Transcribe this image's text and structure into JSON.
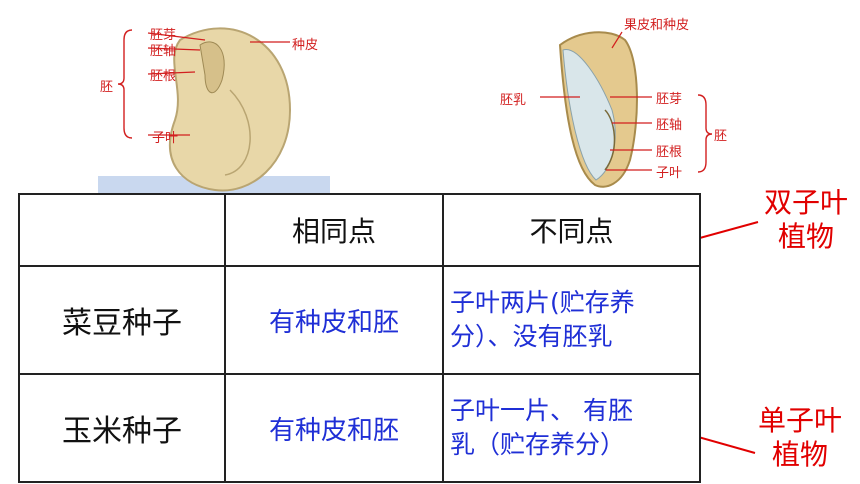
{
  "bean": {
    "labels": {
      "embryo": "胚",
      "plumule": "胚芽",
      "hypocotyl": "胚轴",
      "radicle": "胚根",
      "cotyledon": "子叶",
      "seed_coat": "种皮"
    }
  },
  "corn": {
    "labels": {
      "pericarp": "果皮和种皮",
      "endosperm": "胚乳",
      "plumule": "胚芽",
      "hypocotyl": "胚轴",
      "radicle": "胚根",
      "cotyledon": "子叶",
      "embryo": "胚"
    }
  },
  "table": {
    "headers": [
      "",
      "相同点",
      "不同点"
    ],
    "rows": [
      {
        "name": "菜豆种子",
        "same": "有种皮和胚",
        "diff_line1": "子叶两片(贮存养",
        "diff_line2": "分）、没有胚乳"
      },
      {
        "name": "玉米种子",
        "same": "有种皮和胚",
        "diff_line1": "子叶一片、 有胚",
        "diff_line2": "乳（贮存养分）"
      }
    ]
  },
  "callouts": {
    "dicot_line1": "双子叶",
    "dicot_line2": "植物",
    "monocot_line1": "单子叶",
    "monocot_line2": "植物"
  },
  "colors": {
    "label_red": "#d21f1f",
    "text_blue": "#1f2fd6",
    "callout_red": "#e10000"
  }
}
